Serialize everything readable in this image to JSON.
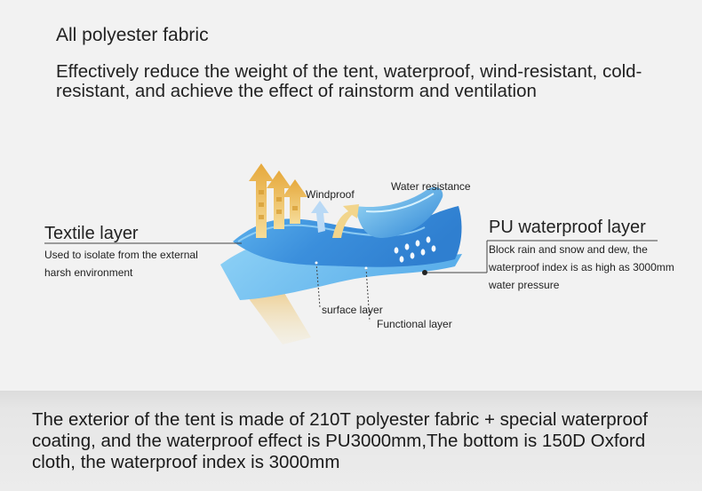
{
  "heading": "All polyester fabric",
  "subheading": "Effectively reduce the weight of the tent, waterproof, wind-resistant, cold-resistant, and achieve the effect of rainstorm and ventilation",
  "diagram": {
    "windproof": "Windproof",
    "water_resistance": "Water resistance",
    "textile_layer": {
      "title": "Textile layer",
      "desc_line1": "Used to isolate from the external",
      "desc_line2": "harsh environment"
    },
    "pu_layer": {
      "title": "PU waterproof layer",
      "desc_line1": "Block rain and snow and dew, the",
      "desc_line2": "waterproof index is as high as 3000mm",
      "desc_line3": "water pressure"
    },
    "surface_layer": "surface layer",
    "functional_layer": "Functional layer"
  },
  "bottom_text": "The exterior of the tent is made of 210T polyester fabric + special waterproof coating, and the waterproof effect is PU3000mm,The bottom is 150D Oxford cloth, the waterproof index is 3000mm",
  "colors": {
    "fabric_blue": "#3f8fdc",
    "gold": "#e9b44a",
    "background": "#f2f2f2"
  }
}
